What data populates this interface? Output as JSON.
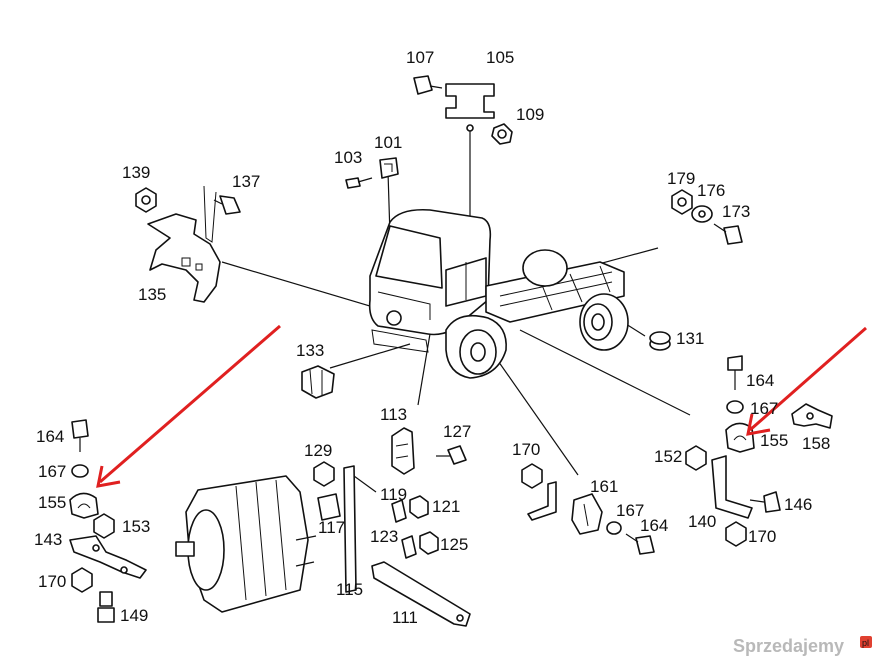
{
  "labels": {
    "l101": "101",
    "l103": "103",
    "l105": "105",
    "l107": "107",
    "l109": "109",
    "l111": "111",
    "l113": "113",
    "l115": "115",
    "l117": "117",
    "l119": "119",
    "l121": "121",
    "l123": "123",
    "l125": "125",
    "l127": "127",
    "l129": "129",
    "l131": "131",
    "l133": "133",
    "l135": "135",
    "l137": "137",
    "l139": "139",
    "l140": "140",
    "l143": "143",
    "l146": "146",
    "l149": "149",
    "l152": "152",
    "l153": "153",
    "l155a": "155",
    "l155b": "155",
    "l158": "158",
    "l161": "161",
    "l164a": "164",
    "l164b": "164",
    "l164c": "164",
    "l167a": "167",
    "l167b": "167",
    "l167c": "167",
    "l170a": "170",
    "l170b": "170",
    "l170c": "170",
    "l173": "173",
    "l176": "176",
    "l179": "179"
  },
  "watermark": "Sprzedajemy",
  "arrow_color": "#e02020"
}
